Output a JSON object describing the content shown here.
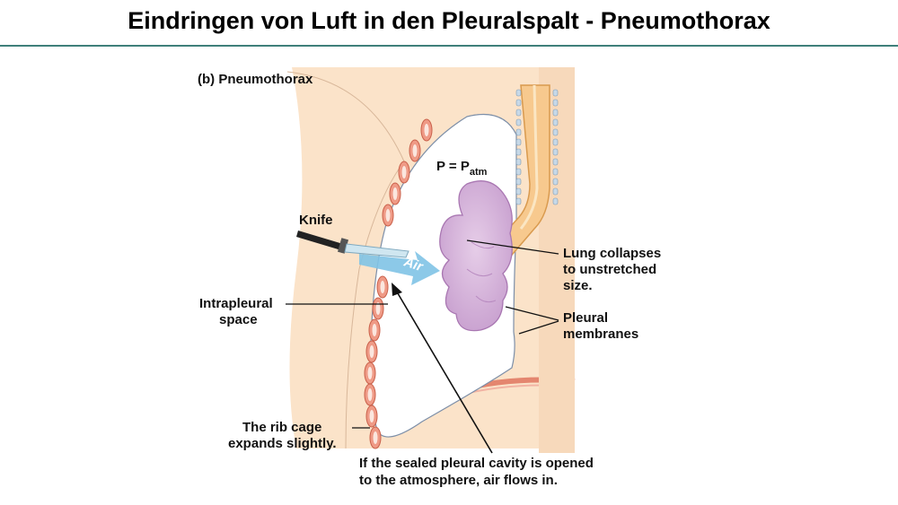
{
  "slide": {
    "title": "Eindringen von Luft in den Pleuralspalt - Pneumothorax"
  },
  "figure": {
    "panel_label": "(b) Pneumothorax",
    "pressure_label": "P = P",
    "pressure_subscript": "atm",
    "knife_label": "Knife",
    "air_label": "Air",
    "lung_label": [
      "Lung collapses",
      "to unstretched",
      "size."
    ],
    "membranes_label": [
      "Pleural",
      "membranes"
    ],
    "intrapleural_label": [
      "Intrapleural",
      "space"
    ],
    "ribcage_label": [
      "The rib cage",
      "expands slightly."
    ],
    "caption": [
      "If the sealed pleural cavity is opened",
      "to the atmosphere, air flows in."
    ]
  },
  "colors": {
    "skin": "#fbe3c9",
    "rib": "#ef9a86",
    "lung": "#d9b8dd",
    "airway": "#f7c98e",
    "air_arrow": "#7fc3e6",
    "title_rule": "#3f7f7a"
  }
}
